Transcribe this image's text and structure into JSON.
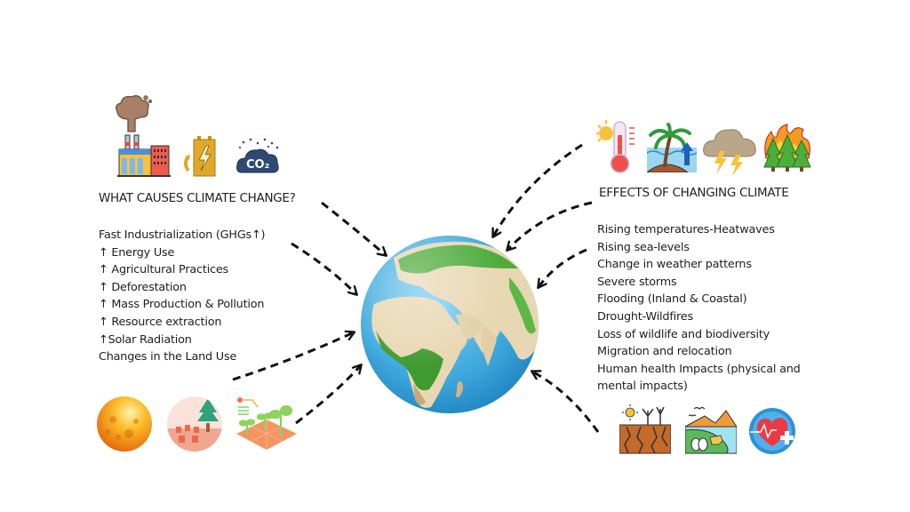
{
  "causes": {
    "heading": "WHAT CAUSES CLIMATE CHANGE?",
    "items": [
      "Fast Industrialization (GHGs↑)",
      "↑ Energy Use",
      "↑ Agricultural Practices",
      "↑ Deforestation",
      "↑ Mass Production & Pollution",
      "↑ Resource extraction",
      "↑Solar Radiation",
      "Changes in the Land Use"
    ],
    "top_icons": [
      "smoke-cloud-icon",
      "factory-icon",
      "battery-energy-icon",
      "co2-cloud-icon"
    ],
    "bottom_icons": [
      "sun-icon",
      "deforestation-icon",
      "agriculture-icon"
    ],
    "co2_label": "CO₂"
  },
  "effects": {
    "heading": "EFFECTS OF CHANGING CLIMATE",
    "items": [
      "Rising temperatures-Heatwaves",
      "Rising sea-levels",
      "Change in weather patterns",
      "Severe storms",
      "Flooding (Inland & Coastal)",
      "Drought-Wildfires",
      "Loss of wildlife and biodiversity",
      "Migration and relocation",
      "Human health Impacts (physical and",
      "mental impacts)"
    ],
    "top_icons": [
      "heat-thermometer-icon",
      "sea-level-rise-icon",
      "storm-icon",
      "wildfire-icon"
    ],
    "bottom_icons": [
      "drought-icon",
      "wildlife-icon",
      "health-icon"
    ]
  },
  "center": {
    "image": "earth-globe-icon"
  },
  "colors": {
    "text": "#1e1e1e",
    "arrow": "#111111",
    "ocean": "#3fa9dd",
    "land_green": "#4caf3a",
    "land_tan": "#e6d3ae"
  }
}
